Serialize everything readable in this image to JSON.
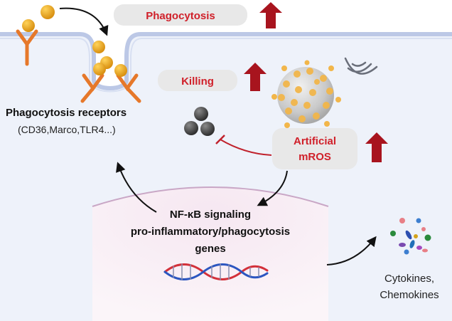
{
  "labels": {
    "phagocytosis": "Phagocytosis",
    "killing": "Killing",
    "receptors_title": "Phagocytosis receptors",
    "receptors_examples": "(CD36,Marco,TLR4...)",
    "artificial_line1": "Artificial",
    "artificial_line2": "mROS",
    "nucleus_line1": "NF-κB signaling",
    "nucleus_line2": "pro-inflammatory/phagocytosis",
    "nucleus_line3": "genes",
    "secreted_line1": "Cytokines,",
    "secreted_line2": "Chemokines"
  },
  "colors": {
    "cell_fill": "#eef2fa",
    "membrane": "#bcc8e6",
    "nucleus_fill": "#f5e6f0",
    "nucleus_edge": "#c9a7c6",
    "pill_fill": "#e8e8e8",
    "accent_red": "#d0202a",
    "up_arrow": "#a8141e",
    "receptor": "#e6782a",
    "particle": "#e8a418",
    "dna_red": "#d3303a",
    "dna_blue": "#2c56c0",
    "dark_sphere": "#3a3a3a"
  },
  "icons": {
    "up_arrow": "up-arrow-icon",
    "receptor": "receptor-icon",
    "signal": "signal-waves-icon",
    "nanozyme": "nanozyme-particle-icon",
    "dna": "dna-helix-icon",
    "inhibition": "inhibition-arrow-icon"
  }
}
